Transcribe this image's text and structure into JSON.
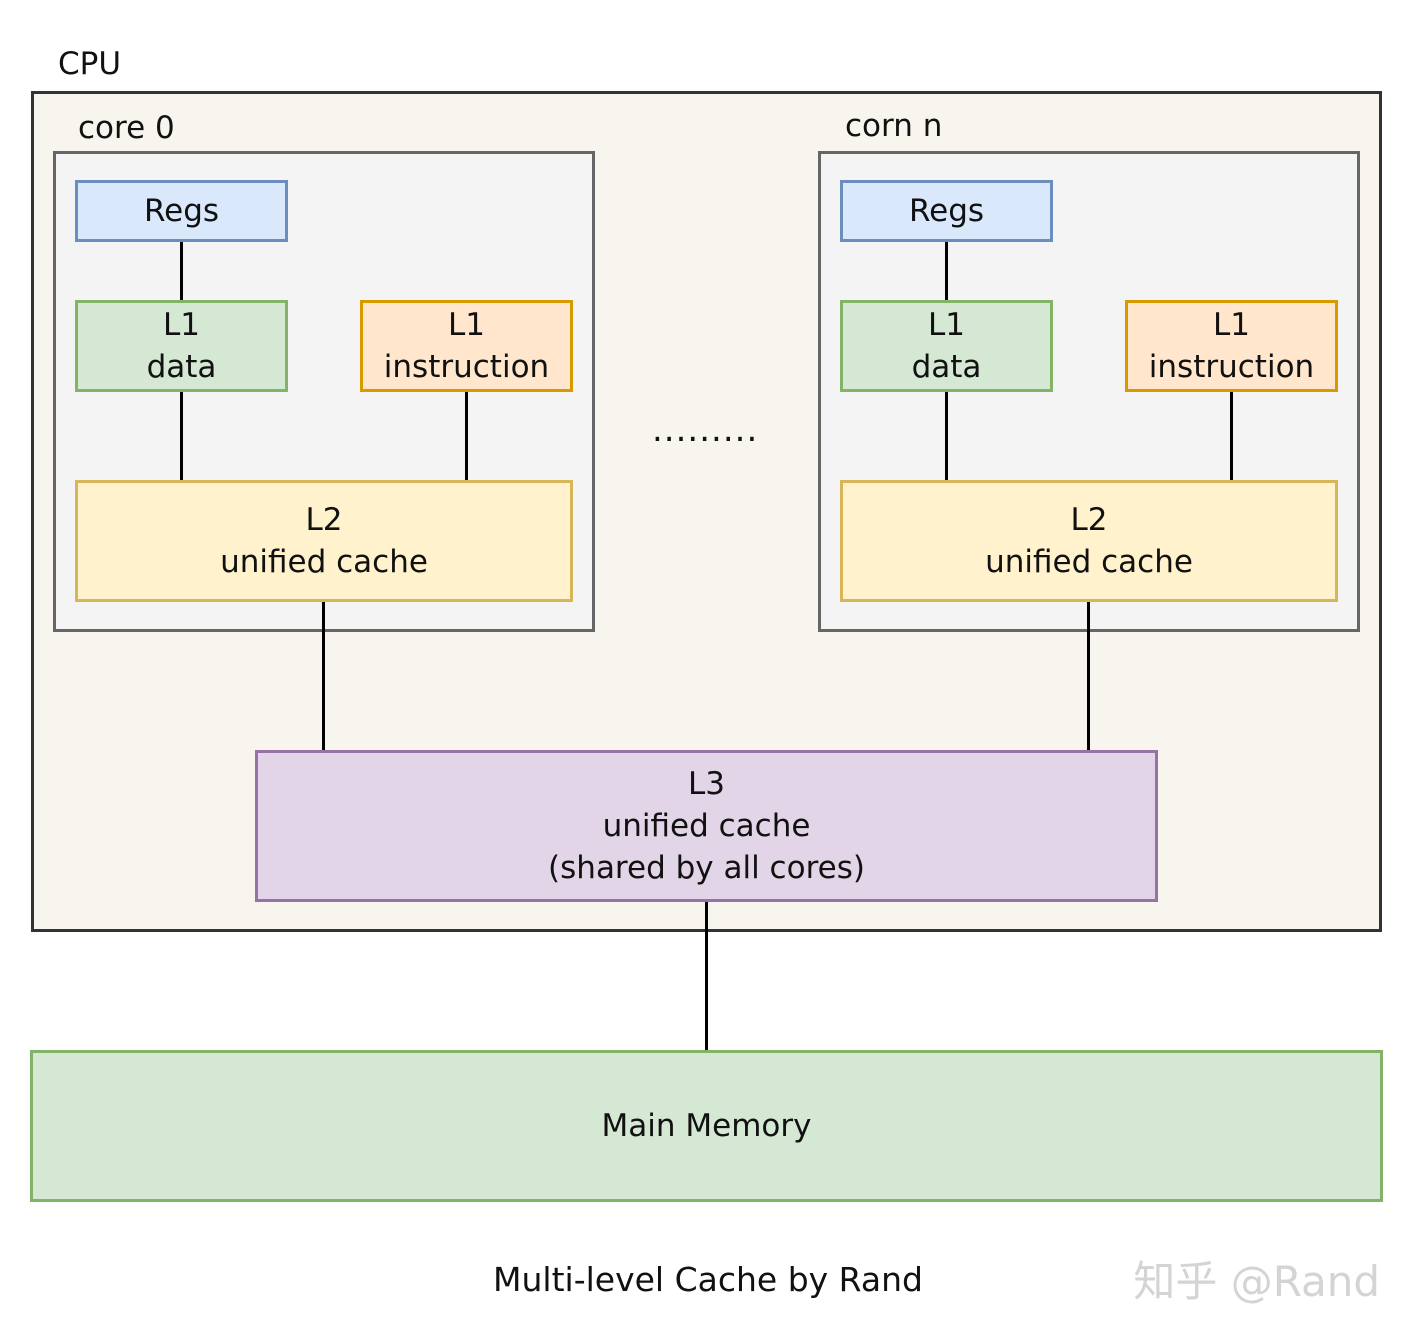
{
  "cpu": {
    "label": "CPU"
  },
  "cores": [
    {
      "label": "core 0",
      "regs": "Regs",
      "l1_data": [
        "L1",
        "data"
      ],
      "l1_instruction": [
        "L1",
        "instruction"
      ],
      "l2": [
        "L2",
        "unified cache"
      ]
    },
    {
      "label": "corn n",
      "regs": "Regs",
      "l1_data": [
        "L1",
        "data"
      ],
      "l1_instruction": [
        "L1",
        "instruction"
      ],
      "l2": [
        "L2",
        "unified cache"
      ]
    }
  ],
  "ellipsis": ".........",
  "l3": [
    "L3",
    "unified cache",
    "(shared by all cores)"
  ],
  "main_memory": "Main Memory",
  "caption": "Multi-level Cache by Rand",
  "watermark": "知乎 @Rand",
  "colors": {
    "regs_fill": "#dae8fc",
    "l1_data_fill": "#d5e8d4",
    "l1_instruction_fill": "#ffe6cc",
    "l2_fill": "#fff2cc",
    "l3_fill": "#e1d5e7",
    "main_memory_fill": "#d5e8d4",
    "cpu_fill": "#f8f5ee",
    "core_fill": "#f4f4f4"
  }
}
